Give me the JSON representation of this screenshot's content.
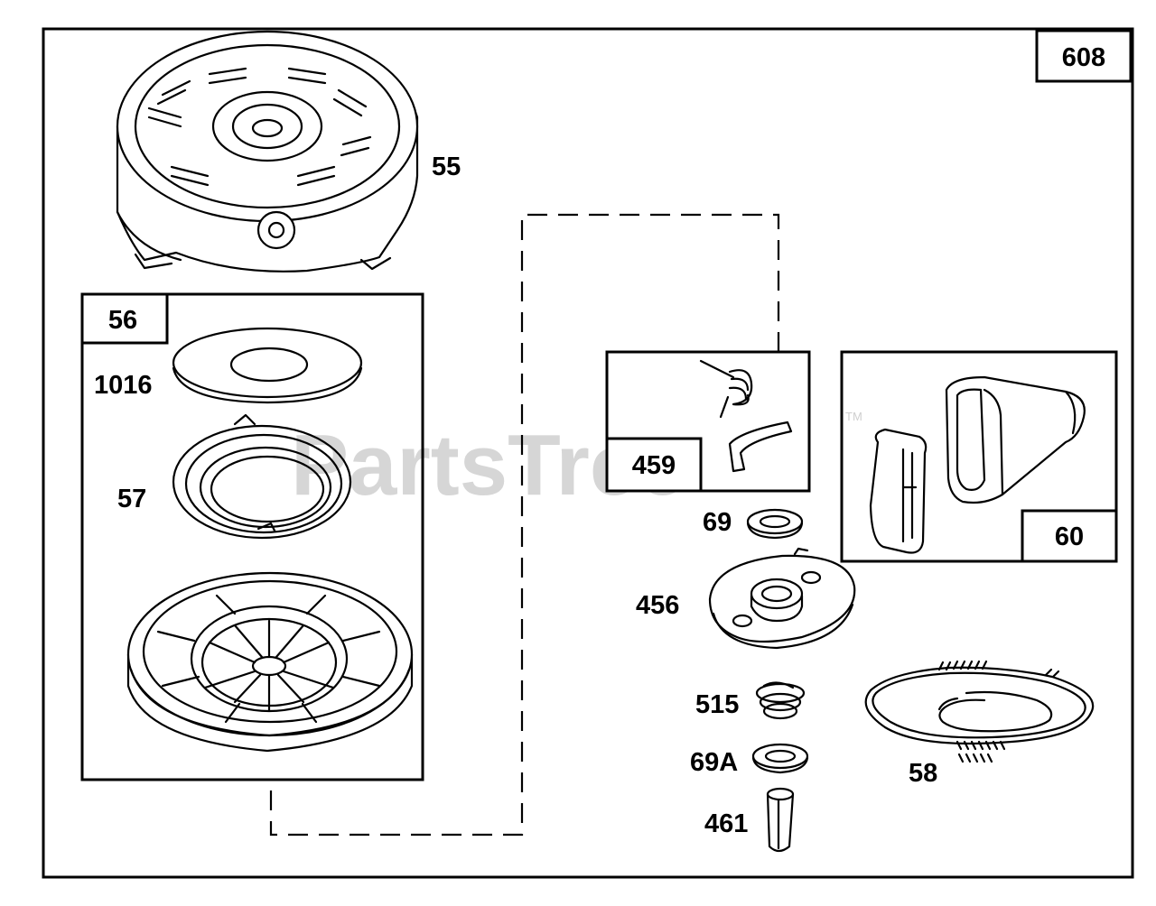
{
  "watermark": {
    "text": "PartsTree",
    "mark": "TM"
  },
  "assembly_label": "608",
  "kit_labels": {
    "starter_kit": "56",
    "pawl_kit": "459",
    "handle_kit": "60"
  },
  "part_labels": {
    "housing": "55",
    "plate": "1016",
    "spring": "57",
    "washer": "69",
    "retainer": "456",
    "retainer_spring": "515",
    "washer_a": "69A",
    "pin": "461",
    "rope": "58"
  }
}
